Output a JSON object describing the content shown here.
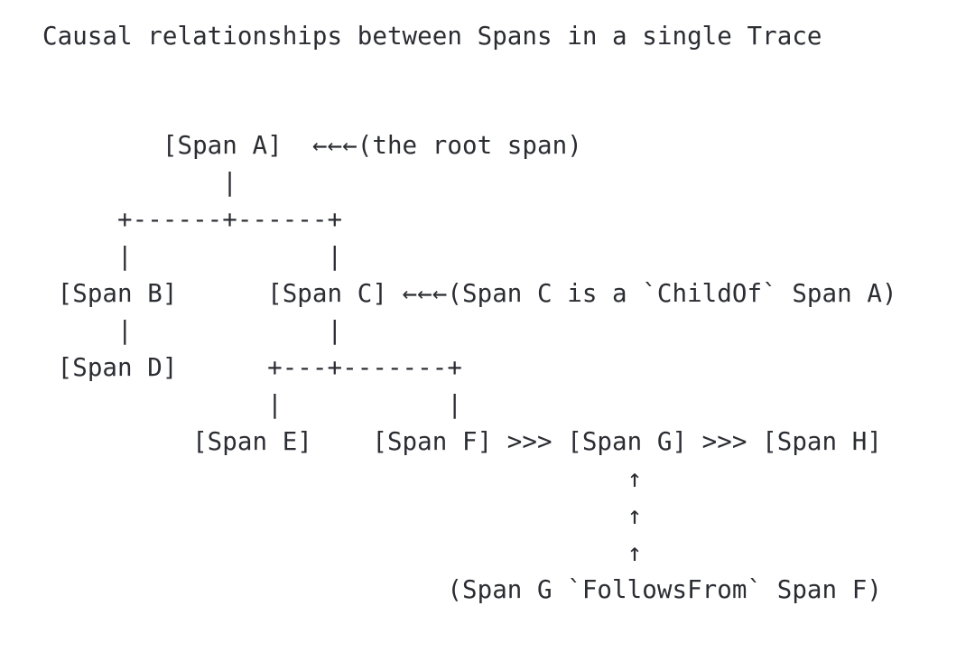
{
  "document": {
    "title": "Causal relationships between Spans in a single Trace",
    "background_color": "#ffffff",
    "text_color": "#2b2d33",
    "diagram_type": "ascii-art-tree"
  },
  "diagram": {
    "lines": [
      "        [Span A]  ←←←(the root span)",
      "            |",
      "     +------+------+",
      "     |             |",
      " [Span B]      [Span C] ←←←(Span C is a `ChildOf` Span A)",
      "     |             |",
      " [Span D]      +---+-------+",
      "               |           |",
      "          [Span E]    [Span F] >>> [Span G] >>> [Span H]",
      "                                       ↑",
      "                                       ↑",
      "                                       ↑",
      "                           (Span G `FollowsFrom` Span F)"
    ],
    "nodes": [
      {
        "id": "A",
        "label": "[Span A]",
        "note": "(the root span)"
      },
      {
        "id": "B",
        "label": "[Span B]",
        "note": ""
      },
      {
        "id": "C",
        "label": "[Span C]",
        "note": "(Span C is a `ChildOf` Span A)"
      },
      {
        "id": "D",
        "label": "[Span D]",
        "note": ""
      },
      {
        "id": "E",
        "label": "[Span E]",
        "note": ""
      },
      {
        "id": "F",
        "label": "[Span F]",
        "note": ""
      },
      {
        "id": "G",
        "label": "[Span G]",
        "note": "(Span G `FollowsFrom` Span F)"
      },
      {
        "id": "H",
        "label": "[Span H]",
        "note": ""
      }
    ],
    "annotations": {
      "root_span": "(the root span)",
      "child_of": "(Span C is a `ChildOf` Span A)",
      "follows_from": "(Span G `FollowsFrom` Span F)"
    },
    "arrow_glyphs": {
      "left_arrow": "←←←",
      "up_arrow": "↑",
      "follows_marker": ">>>"
    },
    "edges": [
      {
        "from": "A",
        "to": "B",
        "kind": "ChildOf"
      },
      {
        "from": "A",
        "to": "C",
        "kind": "ChildOf"
      },
      {
        "from": "B",
        "to": "D",
        "kind": "ChildOf"
      },
      {
        "from": "C",
        "to": "E",
        "kind": "ChildOf"
      },
      {
        "from": "C",
        "to": "F",
        "kind": "ChildOf"
      },
      {
        "from": "F",
        "to": "G",
        "kind": "FollowsFrom"
      },
      {
        "from": "G",
        "to": "H",
        "kind": "FollowsFrom"
      }
    ]
  }
}
